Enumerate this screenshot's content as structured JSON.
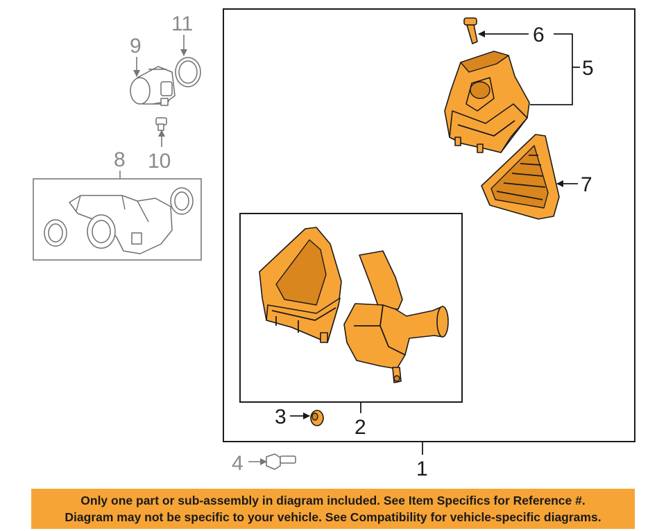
{
  "callouts": {
    "c1": "1",
    "c2": "2",
    "c3": "3",
    "c4": "4",
    "c5": "5",
    "c6": "6",
    "c7": "7",
    "c8": "8",
    "c9": "9",
    "c10": "10",
    "c11": "11"
  },
  "banner": {
    "line1": "Only one part or sub-assembly in diagram included. See Item Specifics for Reference #.",
    "line2": "Diagram may not be specific to your vehicle. See Compatibility for vehicle-specific diagrams."
  },
  "colors": {
    "highlight": "#f7a437",
    "outline": "#1a1a1a",
    "ghost": "#8a8a8a"
  }
}
